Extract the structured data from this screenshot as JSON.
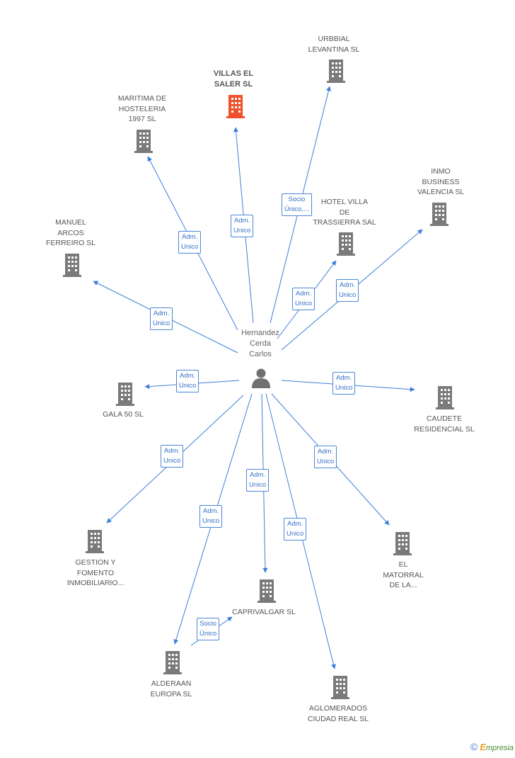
{
  "colors": {
    "edge": "#3c7fd9",
    "building": "#7a7a7a",
    "building_highlight": "#f0502a",
    "person": "#707070"
  },
  "center": {
    "name": "Hernandez\nCerda\nCarlos"
  },
  "companies": [
    {
      "id": "villas",
      "label": "VILLAS EL\nSALER SL",
      "highlight": true
    },
    {
      "id": "urbbial",
      "label": "URBBIAL\nLEVANTINA SL"
    },
    {
      "id": "maritima",
      "label": "MARITIMA DE\nHOSTELERIA\n1997 SL"
    },
    {
      "id": "inmo",
      "label": "INMO\nBUSINESS\nVALENCIA SL"
    },
    {
      "id": "hotel",
      "label": "HOTEL VILLA\nDE\nTRASSIERRA SAL"
    },
    {
      "id": "manuel",
      "label": "MANUEL\nARCOS\nFERREIRO SL"
    },
    {
      "id": "gala",
      "label": "GALA 50 SL"
    },
    {
      "id": "caudete",
      "label": "CAUDETE\nRESIDENCIAL SL"
    },
    {
      "id": "gestion",
      "label": "GESTION Y\nFOMENTO\nINMOBILIARIO..."
    },
    {
      "id": "matorral",
      "label": "EL\nMATORRAL\nDE LA..."
    },
    {
      "id": "caprivalgar",
      "label": "CAPRIVALGAR SL"
    },
    {
      "id": "alderaan",
      "label": "ALDERAAN\nEUROPA SL"
    },
    {
      "id": "aglomerados",
      "label": "AGLOMERADOS\nCIUDAD REAL SL"
    }
  ],
  "relations": [
    {
      "id": "r_villas",
      "label": "Adm.\nUnico"
    },
    {
      "id": "r_urbbial",
      "label": "Socio\nÚnico,..."
    },
    {
      "id": "r_maritima",
      "label": "Adm.\nUnico"
    },
    {
      "id": "r_inmo",
      "label": "Adm.\nUnico"
    },
    {
      "id": "r_hotel",
      "label": "Adm.\nUnico"
    },
    {
      "id": "r_manuel",
      "label": "Adm.\nUnico"
    },
    {
      "id": "r_gala",
      "label": "Adm.\nUnico"
    },
    {
      "id": "r_caudete",
      "label": "Adm.\nUnico"
    },
    {
      "id": "r_gestion",
      "label": "Adm.\nUnico"
    },
    {
      "id": "r_matorral",
      "label": "Adm.\nUnico"
    },
    {
      "id": "r_caprivalgar",
      "label": "Adm.\nUnico"
    },
    {
      "id": "r_alderaan",
      "label": "Adm.\nUnico"
    },
    {
      "id": "r_aglomerados",
      "label": "Adm.\nUnico"
    },
    {
      "id": "r_alderaan_caprivalgar",
      "label": "Socio\nÚnico"
    }
  ],
  "footer": {
    "copyright": "©",
    "brand_initial": "E",
    "brand_rest": "mpresia"
  }
}
